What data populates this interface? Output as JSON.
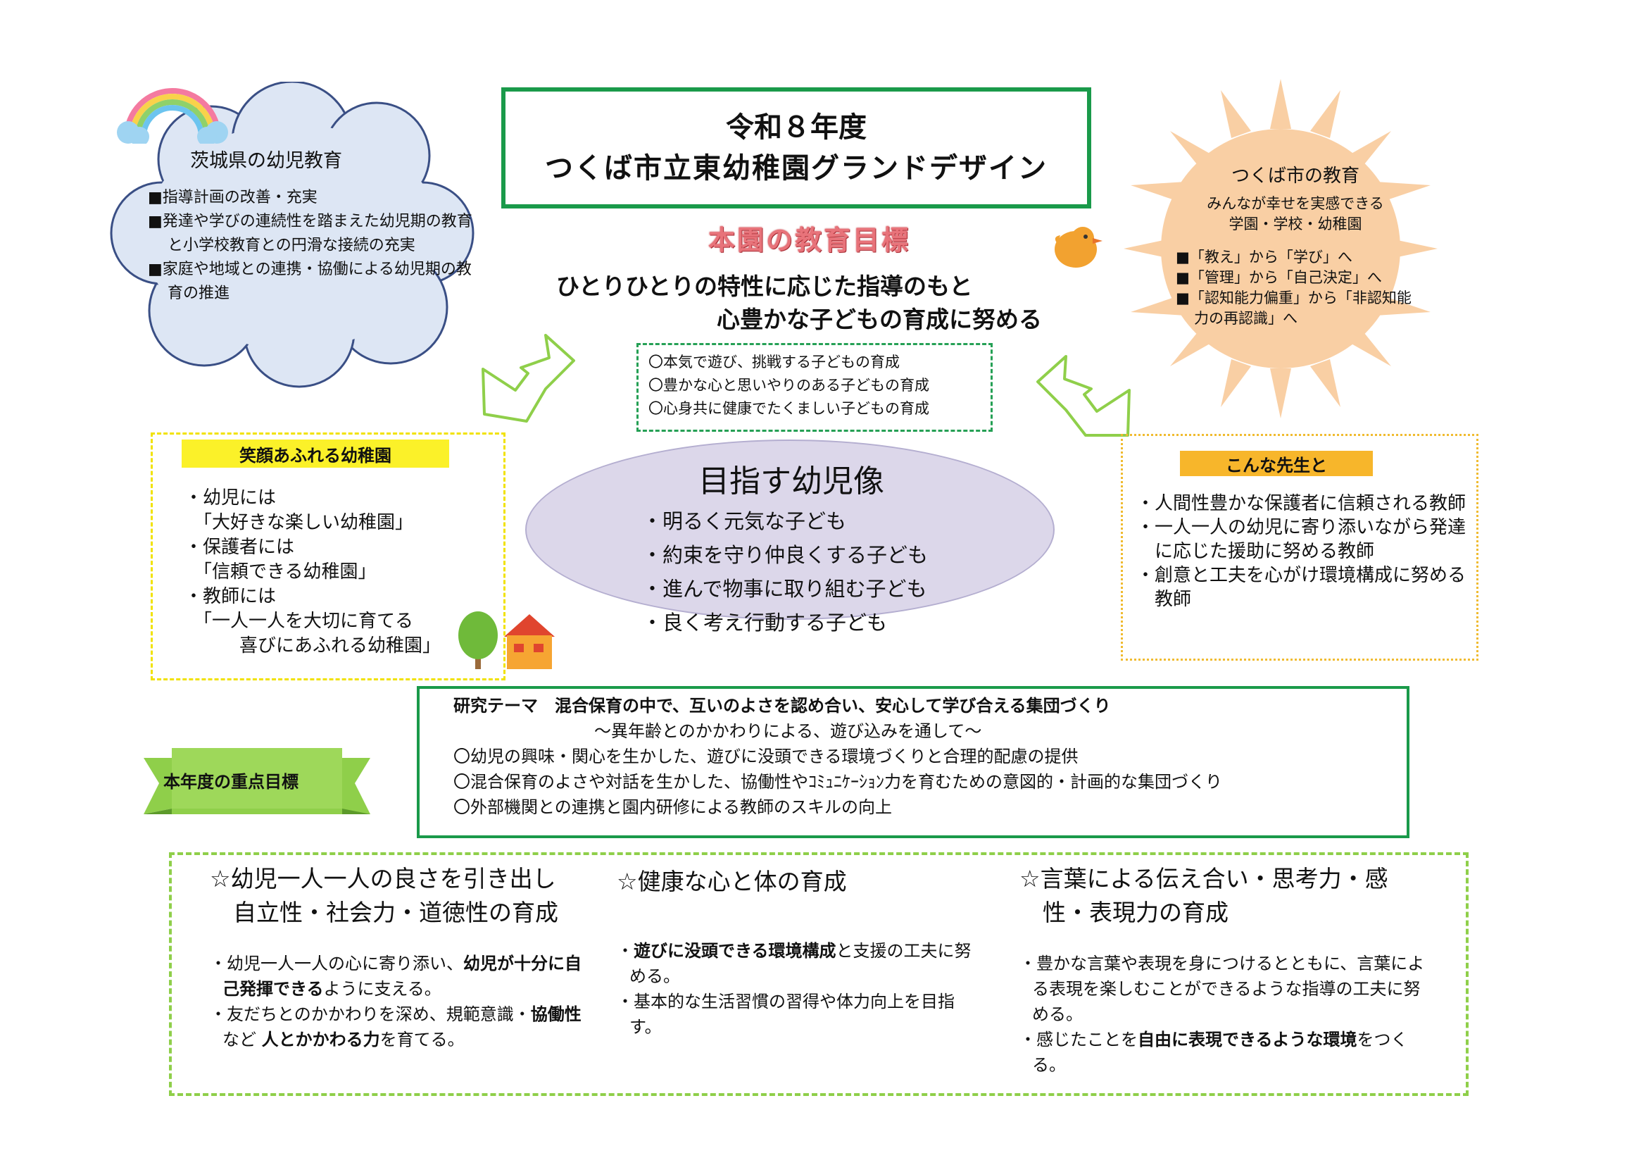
{
  "header": {
    "title_line1": "令和８年度",
    "title_line2": "つくば市立東幼稚園グランドデザイン"
  },
  "goal": {
    "heading": "本園の教育目標",
    "line1": "ひとりひとりの特性に応じた指導のもと",
    "line2": "心豊かな子どもの育成に努める",
    "items": [
      "〇本気で遊び、挑戦する子どもの育成",
      "〇豊かな心と思いやりのある子どもの育成",
      "〇心身共に健康でたくましい子どもの育成"
    ]
  },
  "ibaraki": {
    "heading": "茨城県の幼児教育",
    "items": [
      "■指導計画の改善・充実",
      "■発達や学びの連続性を踏まえた幼児期の教育と小学校教育との円滑な接続の充実",
      "■家庭や地域との連携・協働による幼児期の教育の推進"
    ]
  },
  "tsukuba": {
    "heading": "つくば市の教育",
    "line1": "みんなが幸せを実感できる",
    "line2": "学園・学校・幼稚園",
    "items": [
      "■「教え」から「学び」へ",
      "■「管理」から「自己決定」へ",
      "■「認知能力偏重」から「非認知能力の再認識」へ"
    ]
  },
  "smile": {
    "tag": "笑顔あふれる幼稚園",
    "lines": [
      "・幼児には",
      "　「大好きな楽しい幼稚園」",
      "・保護者には",
      "　「信頼できる幼稚園」",
      "・教師には",
      "　「一人一人を大切に育てる",
      "　　　喜びにあふれる幼稚園」"
    ]
  },
  "teacher": {
    "tag": "こんな先生と",
    "items": [
      "・人間性豊かな保護者に信頼される教師",
      "・一人一人の幼児に寄り添いながら発達に応じた援助に努める教師",
      "・創意と工夫を心がけ環境構成に努める教師"
    ]
  },
  "vision": {
    "heading": "目指す幼児像",
    "items": [
      "・明るく元気な子ども",
      "・約束を守り仲良くする子ども",
      "・進んで物事に取り組む子ども",
      "・良く考え行動する子ども"
    ]
  },
  "theme": {
    "title": "研究テーマ　混合保育の中で、互いのよさを認め合い、安心して学び合える集団づくり",
    "subtitle": "～異年齢とのかかわりによる、遊び込みを通して～",
    "items": [
      "〇幼児の興味・関心を生かした、遊びに没頭できる環境づくりと合理的配慮の提供",
      "〇混合保育のよさや対話を生かした、協働性やｺﾐｭﾆｹｰｼｮﾝ力を育むための意図的・計画的な集団づくり",
      "〇外部機関との連携と園内研修による教師のスキルの向上"
    ]
  },
  "focus": {
    "banner": "本年度の重点目標",
    "col1": {
      "h1": "☆幼児一人一人の良さを引き出し",
      "h2": "　自立性・社会力・道徳性の育成",
      "b1a": "・幼児一人一人の心に寄り添い、",
      "b1b": "幼児が十分に自己発揮できる",
      "b1c": "ように支える。",
      "b2a": "・友だちとのかかわりを深め、規範意識・",
      "b2b": "協働性",
      "b2c": "など ",
      "b2d": "人とかかわる力",
      "b2e": "を育てる。"
    },
    "col2": {
      "h1": "☆健康な心と体の育成",
      "b1a": "・",
      "b1b": "遊びに没頭できる環境構成",
      "b1c": "と支援の工夫に努める。",
      "b2": "・基本的な生活習慣の習得や体力向上を目指す。"
    },
    "col3": {
      "h1": "☆言葉による伝え合い・思考力・感",
      "h2": "　性・表現力の育成",
      "b1": "・豊かな言葉や表現を身につけるとともに、言葉による表現を楽しむことができるような指導の工夫に努める。",
      "b2a": "・感じたことを",
      "b2b": "自由に表現できるような環境",
      "b2c": "をつくる。"
    }
  },
  "colors": {
    "green": "#1a9a4a",
    "yellow": "#fbf129",
    "orange": "#f7b62b",
    "lavender": "#dcd7ea",
    "sun": "#f9cfa4",
    "cloud": "#dde6f4"
  }
}
